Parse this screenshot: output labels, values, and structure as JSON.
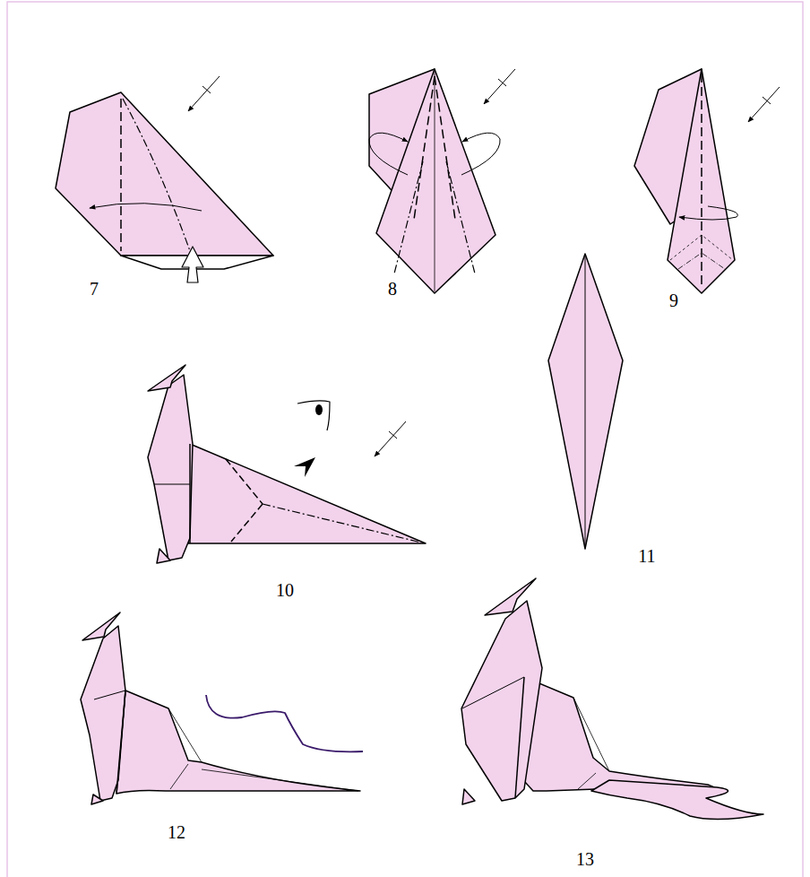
{
  "diagram": {
    "labels": [
      "7",
      "8",
      "9",
      "10",
      "11",
      "12",
      "13"
    ]
  }
}
